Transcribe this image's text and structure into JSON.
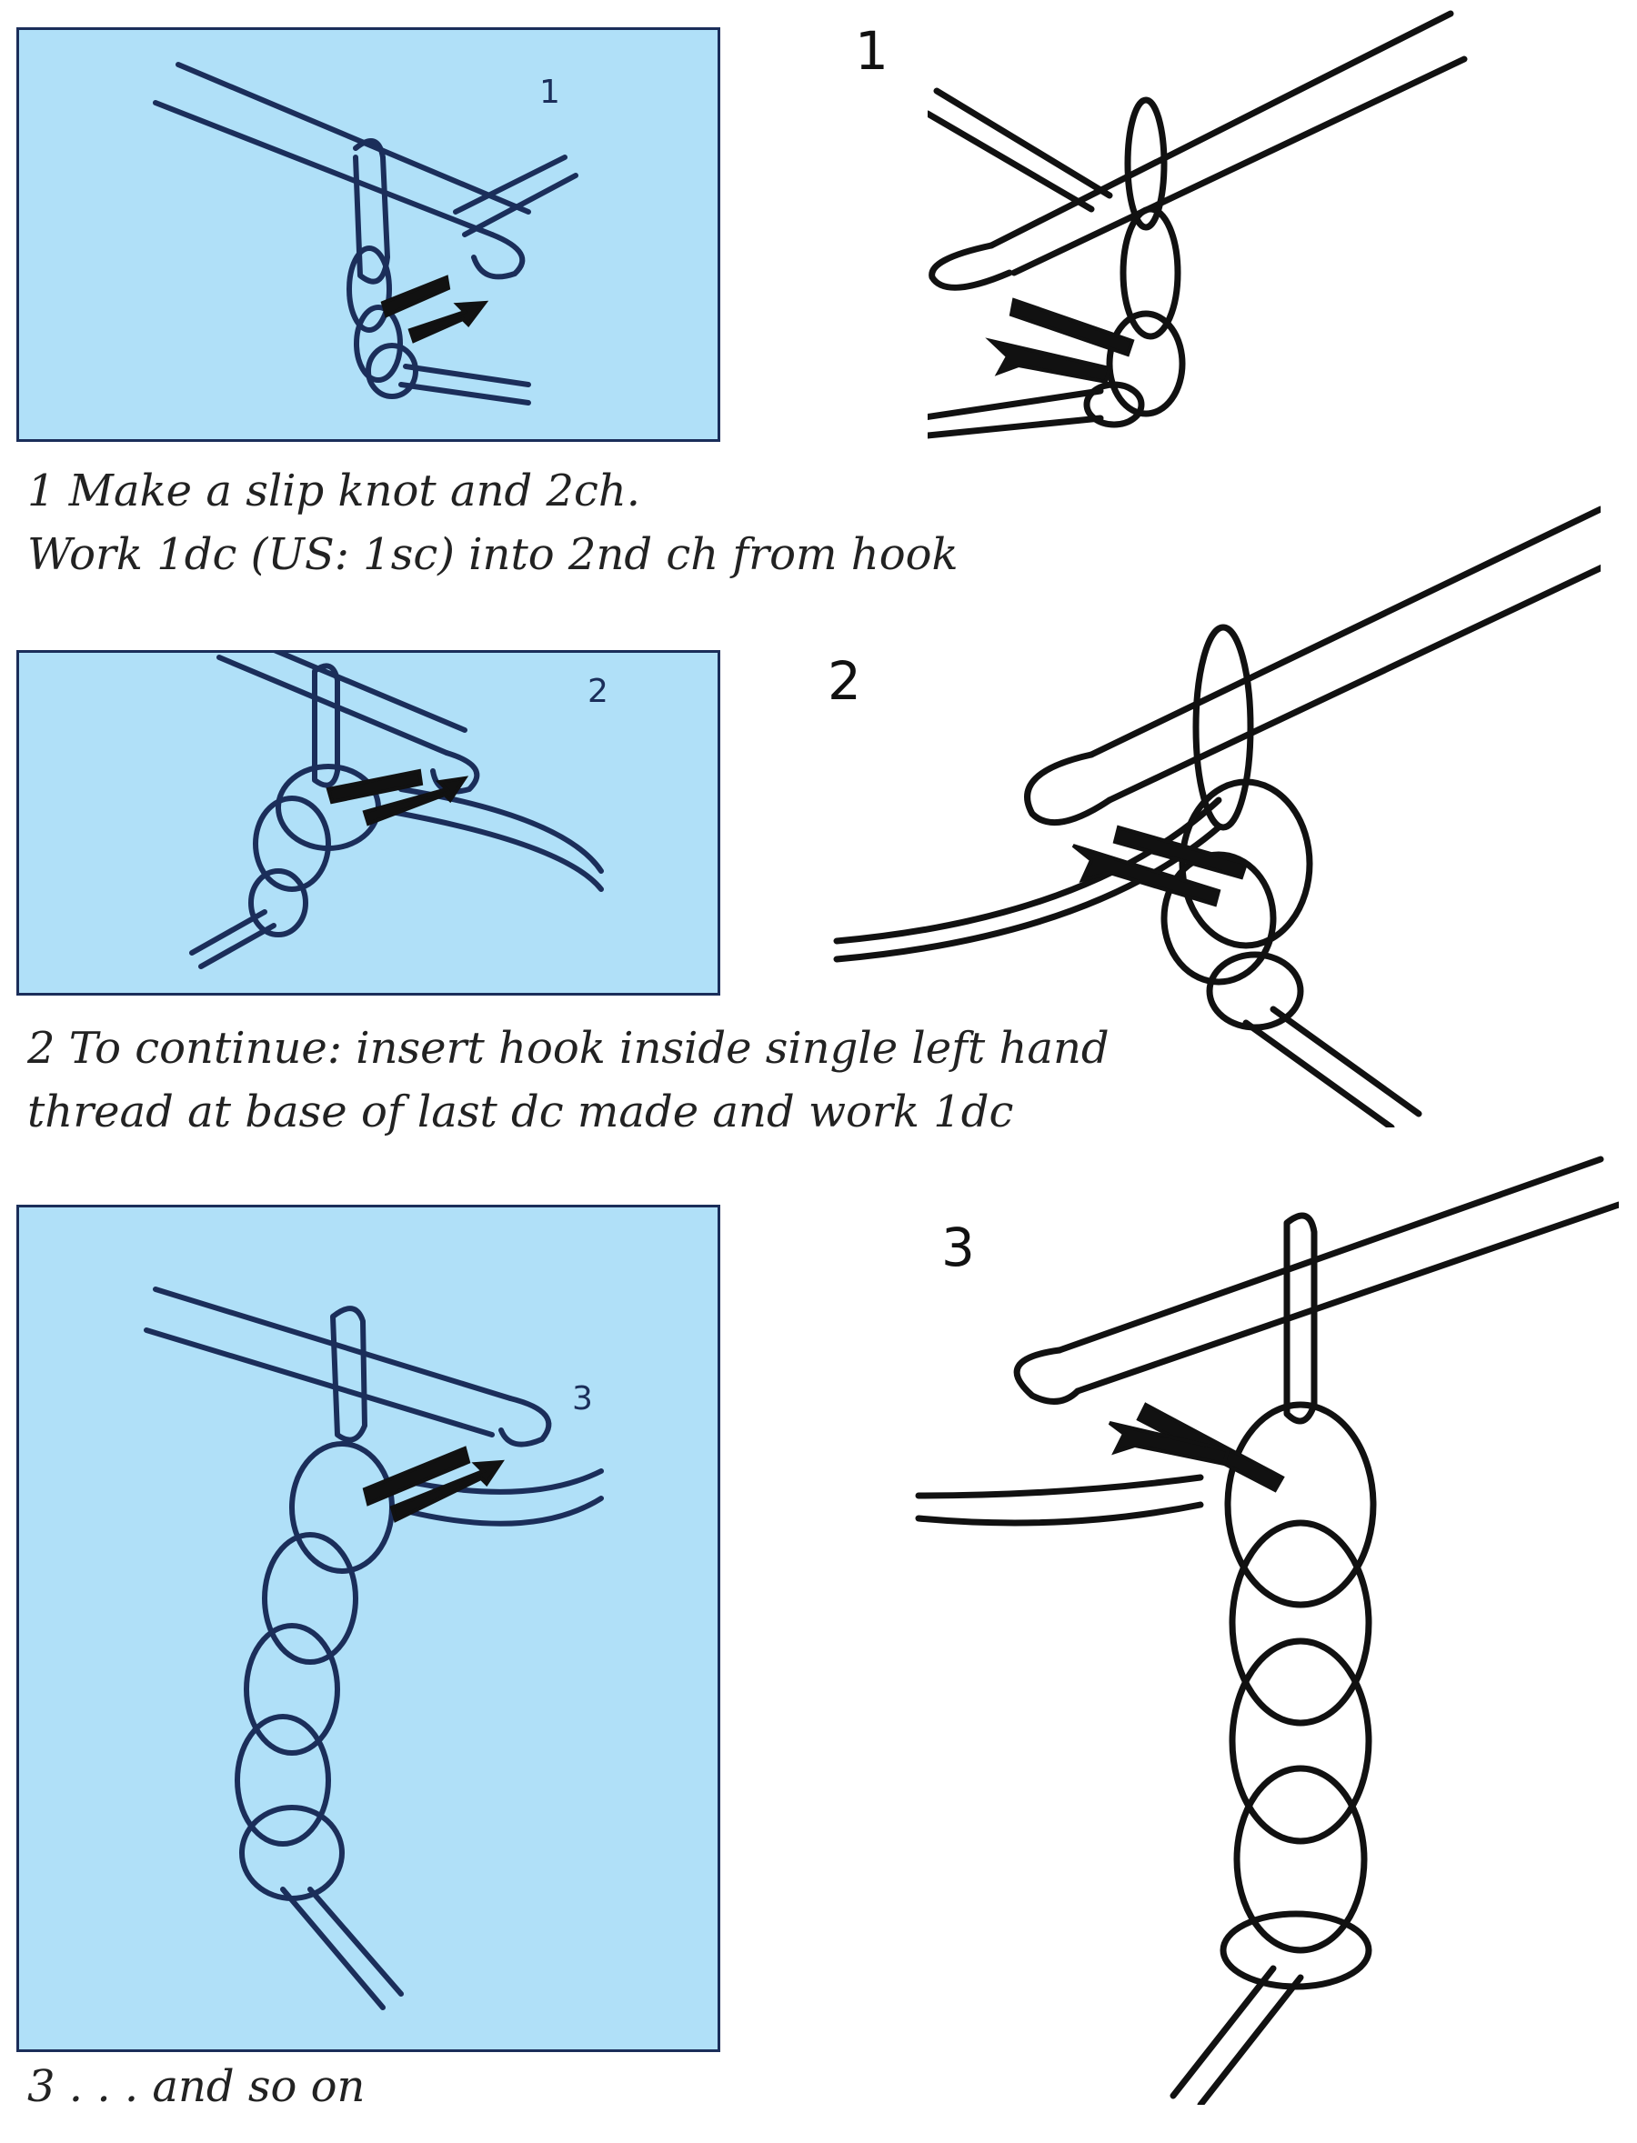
{
  "steps": [
    {
      "panel_label": "1",
      "drawing_label": "1",
      "caption_lines": [
        "1  Make a slip knot and 2ch.",
        "Work 1dc (US: 1sc) into 2nd ch from hook"
      ]
    },
    {
      "panel_label": "2",
      "drawing_label": "2",
      "caption_lines": [
        "2  To continue: insert hook inside single left hand",
        "thread at base of last dc made and work 1dc"
      ]
    },
    {
      "panel_label": "3",
      "drawing_label": "3",
      "caption_lines": [
        "3  . . . and so on"
      ]
    }
  ],
  "colors": {
    "panel_fill": "#b0e0f8",
    "panel_border": "#1b2e5a",
    "ink": "#111111"
  }
}
